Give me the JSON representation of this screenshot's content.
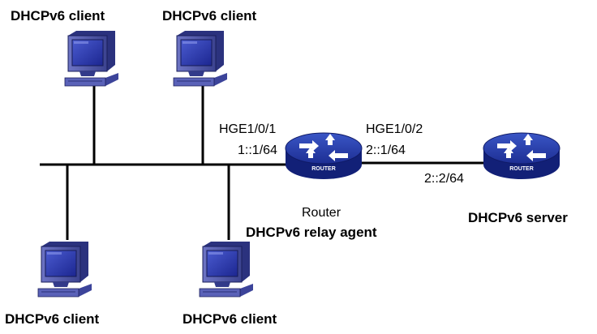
{
  "diagram": {
    "clients": [
      {
        "label": "DHCPv6 client"
      },
      {
        "label": "DHCPv6 client"
      },
      {
        "label": "DHCPv6 client"
      },
      {
        "label": "DHCPv6 client"
      }
    ],
    "relay": {
      "device_label": "Router",
      "role_label": "DHCPv6 relay agent",
      "icon_text": "ROUTER",
      "if1_name": "HGE1/0/1",
      "if1_addr": "1::1/64",
      "if2_name": "HGE1/0/2",
      "if2_addr": "2::1/64"
    },
    "server": {
      "role_label": "DHCPv6 server",
      "icon_text": "ROUTER",
      "addr": "2::2/64"
    }
  }
}
